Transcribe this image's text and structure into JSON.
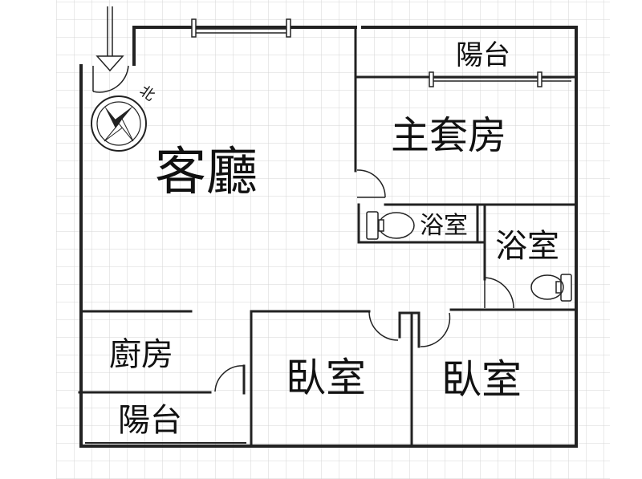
{
  "colors": {
    "wall": "#222222",
    "grid": "#d4d4d4",
    "background": "#ffffff"
  },
  "compass": {
    "north_label": "北",
    "icon": "compass-rose-icon"
  },
  "entrance": {
    "icon": "entrance-arrow-icon"
  },
  "rooms": {
    "living_room": "客廳",
    "master_suite": "主套房",
    "balcony_top": "陽台",
    "bathroom_small": "浴室",
    "bathroom_right": "浴室",
    "kitchen": "廚房",
    "balcony_bottom": "陽台",
    "bedroom_left": "臥室",
    "bedroom_right": "臥室"
  }
}
